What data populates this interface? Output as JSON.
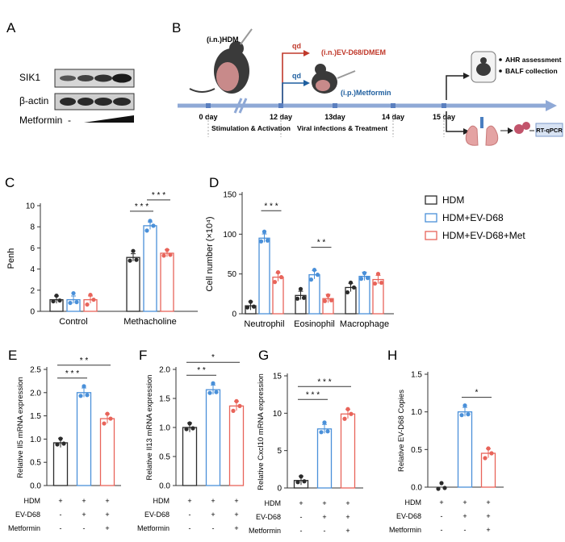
{
  "colors": {
    "hdm": "#2b2b2b",
    "ev": "#4a90d9",
    "met": "#e8645a",
    "timeline": "#8fa9d6",
    "qd_red": "#c0392b",
    "qd_blue": "#1f5f9f"
  },
  "panel_a": {
    "letter": "A",
    "row1": "SIK1",
    "row2": "β-actin",
    "treatment": "Metformin",
    "minus": "-"
  },
  "panel_b": {
    "letter": "B",
    "hdm_label": "(i.n.)HDM",
    "qd1": "qd",
    "ev_label": "(i.n.)EV-D68/DMEM",
    "qd2": "qd",
    "met_label": "(i.p.)Metformin",
    "days": [
      "0 day",
      "12 day",
      "13day",
      "14 day",
      "15 day"
    ],
    "phase1": "Stimulation & Activation",
    "phase2": "Viral infections & Treatment",
    "bullets": [
      "AHR assessment",
      "BALF collection"
    ],
    "rtqpcr": "RT-qPCR"
  },
  "legend": [
    "HDM",
    "HDM+EV-D68",
    "HDM+EV-D68+Met"
  ],
  "panel_c": {
    "letter": "C"
  },
  "panel_d": {
    "letter": "D"
  },
  "panel_e": {
    "letter": "E"
  },
  "panel_f": {
    "letter": "F"
  },
  "panel_g": {
    "letter": "G"
  },
  "panel_h": {
    "letter": "H"
  },
  "treat_rows": {
    "labels": [
      "HDM",
      "EV-D68",
      "Metformin"
    ],
    "signs": [
      [
        "+",
        "+",
        "+"
      ],
      [
        "-",
        "+",
        "+"
      ],
      [
        "-",
        "-",
        "+"
      ]
    ]
  },
  "chart_data": [
    {
      "id": "C",
      "type": "bar",
      "ylabel": "Penh",
      "ylim": [
        0,
        10
      ],
      "yticks": [
        0,
        2,
        4,
        6,
        8,
        10
      ],
      "categories": [
        "Control",
        "Methacholine"
      ],
      "series": [
        {
          "name": "HDM",
          "values": [
            1.1,
            5.1
          ]
        },
        {
          "name": "HDM+EV-D68",
          "values": [
            1.1,
            8.1
          ]
        },
        {
          "name": "HDM+EV-D68+Met",
          "values": [
            1.1,
            5.5
          ]
        }
      ],
      "sig": [
        {
          "cat": 1,
          "from": 0,
          "to": 1,
          "label": "* * *"
        },
        {
          "cat": 1,
          "from": 1,
          "to": 2,
          "label": "* * *"
        }
      ]
    },
    {
      "id": "D",
      "type": "bar",
      "ylabel": "Cell number (×10⁴)",
      "ylim": [
        0,
        150
      ],
      "yticks": [
        0,
        50,
        100,
        150
      ],
      "categories": [
        "Neutrophil",
        "Eosinophil",
        "Macrophage"
      ],
      "series": [
        {
          "name": "HDM",
          "values": [
            10,
            23,
            33
          ]
        },
        {
          "name": "HDM+EV-D68",
          "values": [
            95,
            49,
            47
          ]
        },
        {
          "name": "HDM+EV-D68+Met",
          "values": [
            46,
            19,
            43
          ]
        }
      ],
      "sig": [
        {
          "cat": 0,
          "from": 1,
          "to": 2,
          "label": "* * *"
        },
        {
          "cat": 1,
          "from": 1,
          "to": 2,
          "label": "* *"
        }
      ]
    },
    {
      "id": "E",
      "type": "bar",
      "ylabel": "Relative Il5 mRNA expression",
      "ylim": [
        0,
        2.5
      ],
      "yticks": [
        0,
        0.5,
        1.0,
        1.5,
        2.0,
        2.5
      ],
      "tick_labels": [
        "0.0",
        "0.5",
        "1.0",
        "1.5",
        "2.0",
        "2.5"
      ],
      "categories": [
        "HDM",
        "HDM+EV-D68",
        "HDM+EV-D68+Met"
      ],
      "values": [
        0.92,
        2.0,
        1.44
      ],
      "sig": [
        {
          "from": 0,
          "to": 1,
          "label": "* * *"
        },
        {
          "from": 0,
          "to": 2,
          "label": "* *"
        }
      ]
    },
    {
      "id": "F",
      "type": "bar",
      "ylabel": "Relative Il13 mRNA expression",
      "ylim": [
        0,
        2.0
      ],
      "yticks": [
        0,
        0.5,
        1.0,
        1.5,
        2.0
      ],
      "tick_labels": [
        "0.0",
        "0.5",
        "1.0",
        "1.5",
        "2.0"
      ],
      "categories": [
        "HDM",
        "HDM+EV-D68",
        "HDM+EV-D68+Met"
      ],
      "values": [
        1.0,
        1.65,
        1.37
      ],
      "sig": [
        {
          "from": 0,
          "to": 1,
          "label": "* *"
        },
        {
          "from": 0,
          "to": 2,
          "label": "*"
        }
      ]
    },
    {
      "id": "G",
      "type": "bar",
      "ylabel": "Relative Cxcl10 mRNA expression",
      "ylim": [
        0,
        15
      ],
      "yticks": [
        0,
        5,
        10,
        15
      ],
      "tick_labels": [
        "0",
        "5",
        "10",
        "15"
      ],
      "categories": [
        "HDM",
        "HDM+EV-D68",
        "HDM+EV-D68+Met"
      ],
      "values": [
        1.0,
        7.9,
        9.9
      ],
      "sig": [
        {
          "from": 0,
          "to": 1,
          "label": "* * *"
        },
        {
          "from": 0,
          "to": 2,
          "label": "* * *"
        }
      ]
    },
    {
      "id": "H",
      "type": "bar",
      "ylabel": "Relative EV-D68 Copies",
      "ylim": [
        0,
        1.5
      ],
      "yticks": [
        0,
        0.5,
        1.0,
        1.5
      ],
      "tick_labels": [
        "0.0",
        "0.5",
        "1.0",
        "1.5"
      ],
      "categories": [
        "HDM",
        "HDM+EV-D68",
        "HDM+EV-D68+Met"
      ],
      "values": [
        0.0,
        1.0,
        0.45
      ],
      "sig": [
        {
          "from": 1,
          "to": 2,
          "label": "*"
        }
      ]
    }
  ]
}
